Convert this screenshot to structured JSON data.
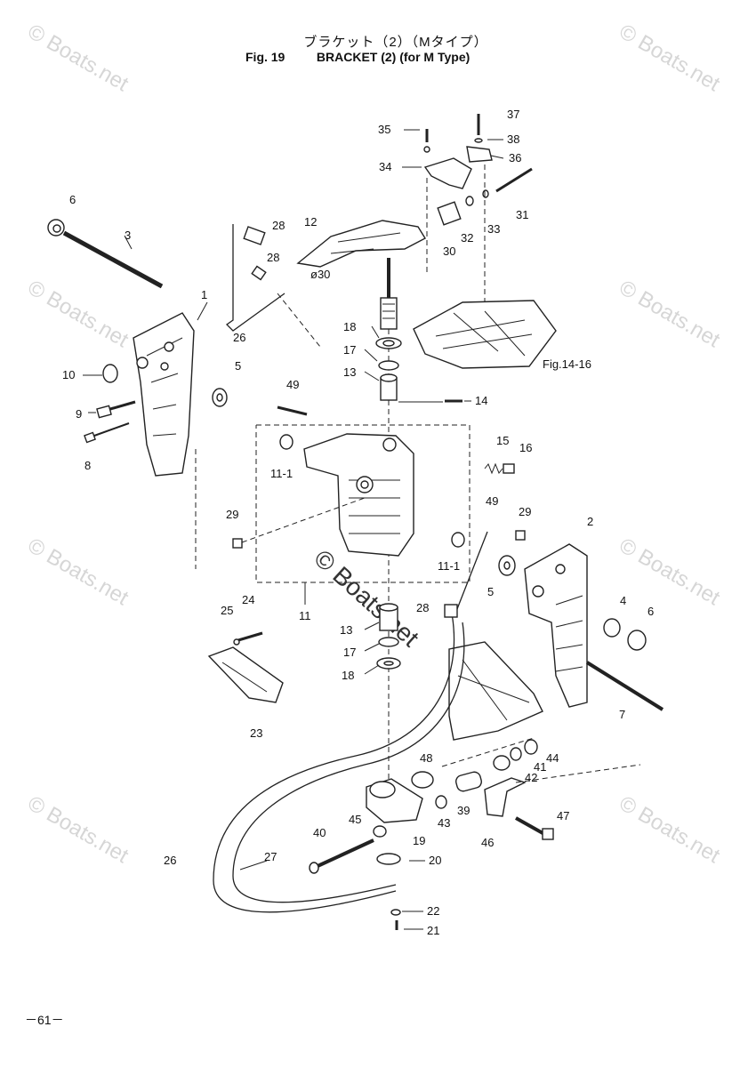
{
  "header": {
    "title_jp": "ブラケット（2）（Mタイプ）",
    "fig_number": "Fig. 19",
    "fig_title": "BRACKET (2) (for M Type)"
  },
  "page_number": "－61－",
  "watermark": "© Boats.net",
  "labels": {
    "p1": "1",
    "p2": "2",
    "p3": "3",
    "p4": "4",
    "p5a": "5",
    "p5b": "5",
    "p6a": "6",
    "p6b": "6",
    "p7": "7",
    "p8": "8",
    "p9": "9",
    "p10": "10",
    "p11": "11",
    "p11_1a": "11-1",
    "p11_1b": "11-1",
    "p12": "12",
    "p13a": "13",
    "p13b": "13",
    "p14": "14",
    "p15": "15",
    "p16": "16",
    "p17a": "17",
    "p17b": "17",
    "p18a": "18",
    "p18b": "18",
    "p19": "19",
    "p20": "20",
    "p21": "21",
    "p22": "22",
    "p23": "23",
    "p24": "24",
    "p25": "25",
    "p26a": "26",
    "p26b": "26",
    "p27": "27",
    "p28a": "28",
    "p28b": "28",
    "p28c": "28",
    "p29a": "29",
    "p29b": "29",
    "p30": "30",
    "dia30": "ø30",
    "p31": "31",
    "p32": "32",
    "p33": "33",
    "p34": "34",
    "p35": "35",
    "p36": "36",
    "p37": "37",
    "p38": "38",
    "p39": "39",
    "p40": "40",
    "p41": "41",
    "p42": "42",
    "p43": "43",
    "p44": "44",
    "p45": "45",
    "p46": "46",
    "p47": "47",
    "p48": "48",
    "p49a": "49",
    "p49b": "49",
    "fig_ref": "Fig.14-16"
  }
}
